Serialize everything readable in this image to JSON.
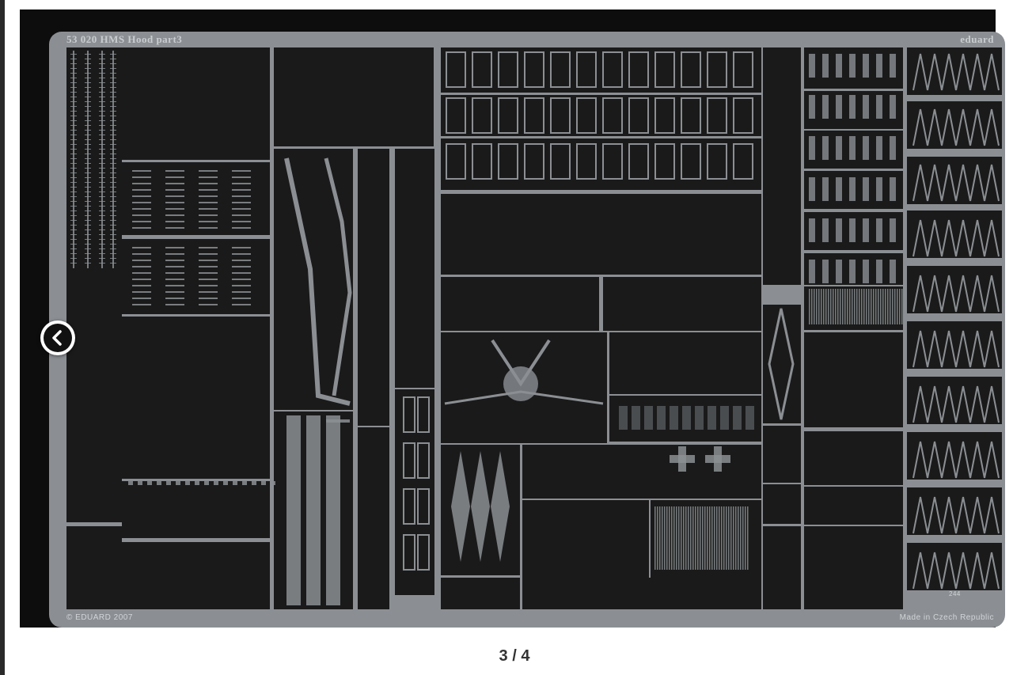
{
  "image": {
    "fret_title": "53 020   HMS Hood    part3",
    "brand": "eduard",
    "copyright": "© EDUARD 2007",
    "origin": "Made in Czech Republic",
    "part_label": "244",
    "alt": "Photo-etched fret HMS Hood part 3"
  },
  "navigation": {
    "prev_icon": "chevron-left-icon",
    "counter": "3 / 4",
    "current": 3,
    "total": 4
  },
  "colors": {
    "fret_metal": "#8b8f93",
    "etched_dark": "#1a1a1a",
    "photo_background": "#0d0d0d"
  }
}
